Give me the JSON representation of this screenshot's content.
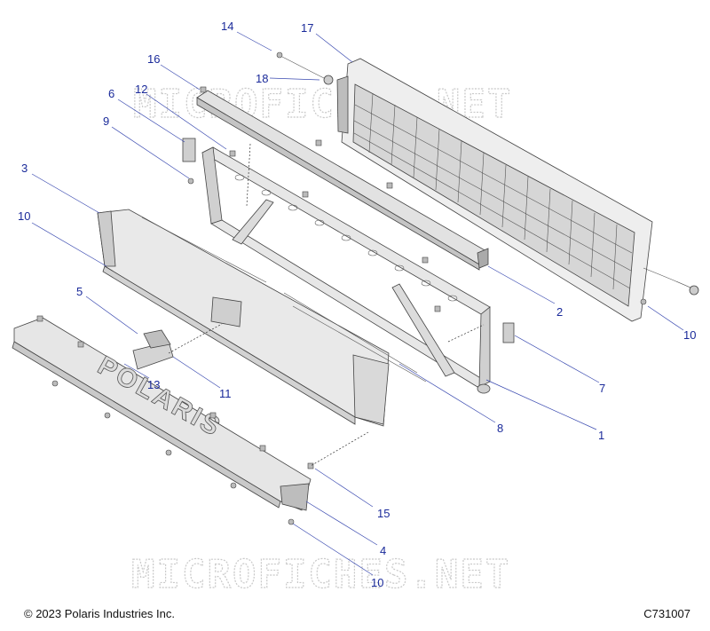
{
  "watermark": "MICROFICHES.NET",
  "copyright": "© 2023 Polaris Industries Inc.",
  "diagram_code": "C731007",
  "logo_text": "POLARIS",
  "callouts": [
    "14",
    "17",
    "18",
    "16",
    "12",
    "6",
    "9",
    "3",
    "10",
    "2",
    "10",
    "5",
    "7",
    "13",
    "11",
    "8",
    "1",
    "15",
    "4",
    "10"
  ],
  "colors": {
    "callout": "#1a2a9a",
    "leader": "#3a4ab0",
    "watermark": "#c9c9c9"
  }
}
